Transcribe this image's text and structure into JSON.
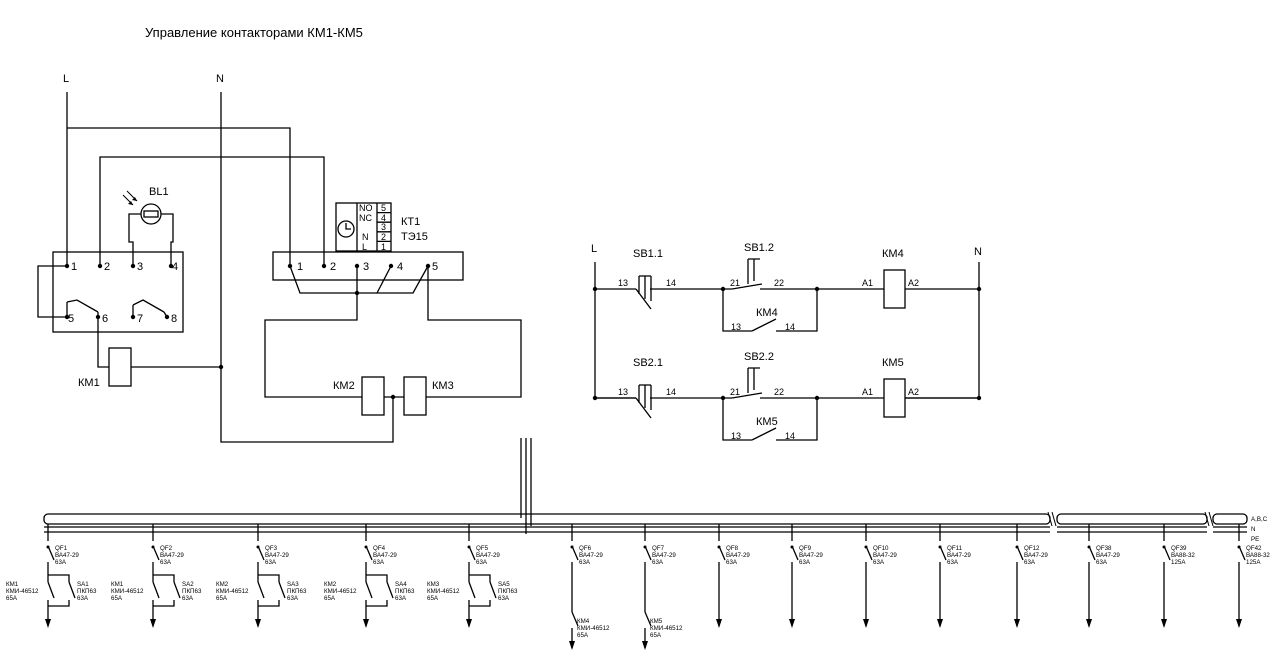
{
  "title": "Управление контакторами КМ1-КМ5",
  "left_scheme": {
    "bus_L": "L",
    "bus_N": "N",
    "sensor": "BL1",
    "relay_terminals": [
      "1",
      "2",
      "3",
      "4",
      "5",
      "6",
      "7",
      "8"
    ],
    "timer_name": "КТ1",
    "timer_model": "ТЭ15",
    "timer_terminals": [
      "1",
      "2",
      "3",
      "4",
      "5"
    ],
    "timer_panel": [
      {
        "label": "NO",
        "num": "5"
      },
      {
        "label": "NC",
        "num": "4"
      },
      {
        "label": "",
        "num": "3"
      },
      {
        "label": "N",
        "num": "2"
      },
      {
        "label": "L",
        "num": "1"
      }
    ],
    "coil_km1": "КМ1",
    "coil_km2": "КМ2",
    "coil_km3": "КМ3"
  },
  "right_scheme": {
    "bus_L": "L",
    "bus_N": "N",
    "rungs": [
      {
        "sb_1": "SB1.1",
        "sb_2": "SB1.2",
        "coil": "КМ4",
        "hold": "КМ4",
        "t13": "13",
        "t14": "14",
        "t21": "21",
        "t22": "22",
        "a1": "A1",
        "a2": "A2",
        "h13": "13",
        "h14": "14"
      },
      {
        "sb_1": "SB2.1",
        "sb_2": "SB2.2",
        "coil": "КМ5",
        "hold": "КМ5",
        "t13": "13",
        "t14": "14",
        "t21": "21",
        "t22": "22",
        "a1": "A1",
        "a2": "A2",
        "h13": "13",
        "h14": "14"
      }
    ]
  },
  "busbar": {
    "labels": [
      "A,B,C",
      "N",
      "PE"
    ]
  },
  "feeders": [
    {
      "qf": "QF1",
      "qf_model": "ВА47-29",
      "qf_rating": "63A",
      "km": "КМ1",
      "km_model": "КМИ-46512",
      "km_rating": "65А",
      "sa": "SA1",
      "sa_model": "ПКП63",
      "sa_rating": "63А"
    },
    {
      "qf": "QF2",
      "qf_model": "ВА47-29",
      "qf_rating": "63A",
      "km": "КМ1",
      "km_model": "КМИ-46512",
      "km_rating": "65А",
      "sa": "SA2",
      "sa_model": "ПКП63",
      "sa_rating": "63А"
    },
    {
      "qf": "QF3",
      "qf_model": "ВА47-29",
      "qf_rating": "63A",
      "km": "КМ2",
      "km_model": "КМИ-46512",
      "km_rating": "65А",
      "sa": "SA3",
      "sa_model": "ПКП63",
      "sa_rating": "63А"
    },
    {
      "qf": "QF4",
      "qf_model": "ВА47-29",
      "qf_rating": "63A",
      "km": "КМ2",
      "km_model": "КМИ-46512",
      "km_rating": "65А",
      "sa": "SA4",
      "sa_model": "ПКП63",
      "sa_rating": "63А"
    },
    {
      "qf": "QF5",
      "qf_model": "ВА47-29",
      "qf_rating": "63A",
      "km": "КМ3",
      "km_model": "КМИ-46512",
      "km_rating": "65А",
      "sa": "SA5",
      "sa_model": "ПКП63",
      "sa_rating": "63А"
    },
    {
      "qf": "QF6",
      "qf_model": "ВА47-29",
      "qf_rating": "63A",
      "km": "КМ4",
      "km_model": "КМИ-46512",
      "km_rating": "65А"
    },
    {
      "qf": "QF7",
      "qf_model": "ВА47-29",
      "qf_rating": "63A",
      "km": "КМ5",
      "km_model": "КМИ-46512",
      "km_rating": "65А"
    },
    {
      "qf": "QF8",
      "qf_model": "ВА47-29",
      "qf_rating": "63A"
    },
    {
      "qf": "QF9",
      "qf_model": "ВА47-29",
      "qf_rating": "63A"
    },
    {
      "qf": "QF10",
      "qf_model": "ВА47-29",
      "qf_rating": "63A"
    },
    {
      "qf": "QF11",
      "qf_model": "ВА47-29",
      "qf_rating": "63A"
    },
    {
      "qf": "QF12",
      "qf_model": "ВА47-29",
      "qf_rating": "63A"
    },
    {
      "qf": "QF38",
      "qf_model": "ВА47-29",
      "qf_rating": "63A"
    },
    {
      "qf": "QF39",
      "qf_model": "ВА88-32",
      "qf_rating": "125A"
    },
    {
      "qf": "QF42",
      "qf_model": "ВА88-32",
      "qf_rating": "125A"
    }
  ]
}
